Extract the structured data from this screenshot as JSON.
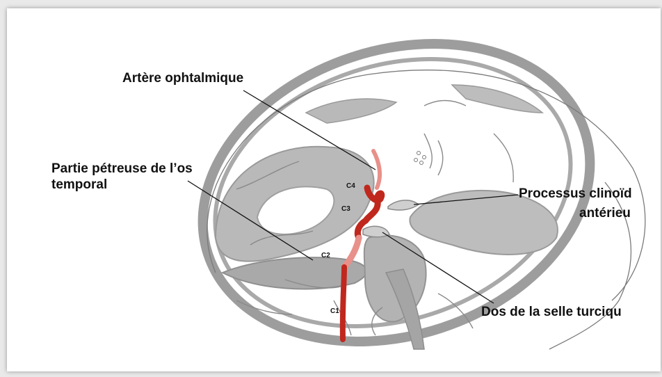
{
  "labels": {
    "ophthalmic_artery": "Artère ophtalmique",
    "petrous_line1": "Partie pétreuse de l’os",
    "petrous_line2": "temporal",
    "clinoid_line1": "Processus clinoïd",
    "clinoid_line2": "antérieu",
    "dorsum": "Dos de la selle turciqu"
  },
  "segments": [
    "C1",
    "C2",
    "C3",
    "C4"
  ],
  "colors": {
    "artery": "#c0281d",
    "artery_faded": "#e8908a",
    "bone": "#9a9a9a",
    "bone_light": "#bdbdbd",
    "leader": "#111111"
  }
}
